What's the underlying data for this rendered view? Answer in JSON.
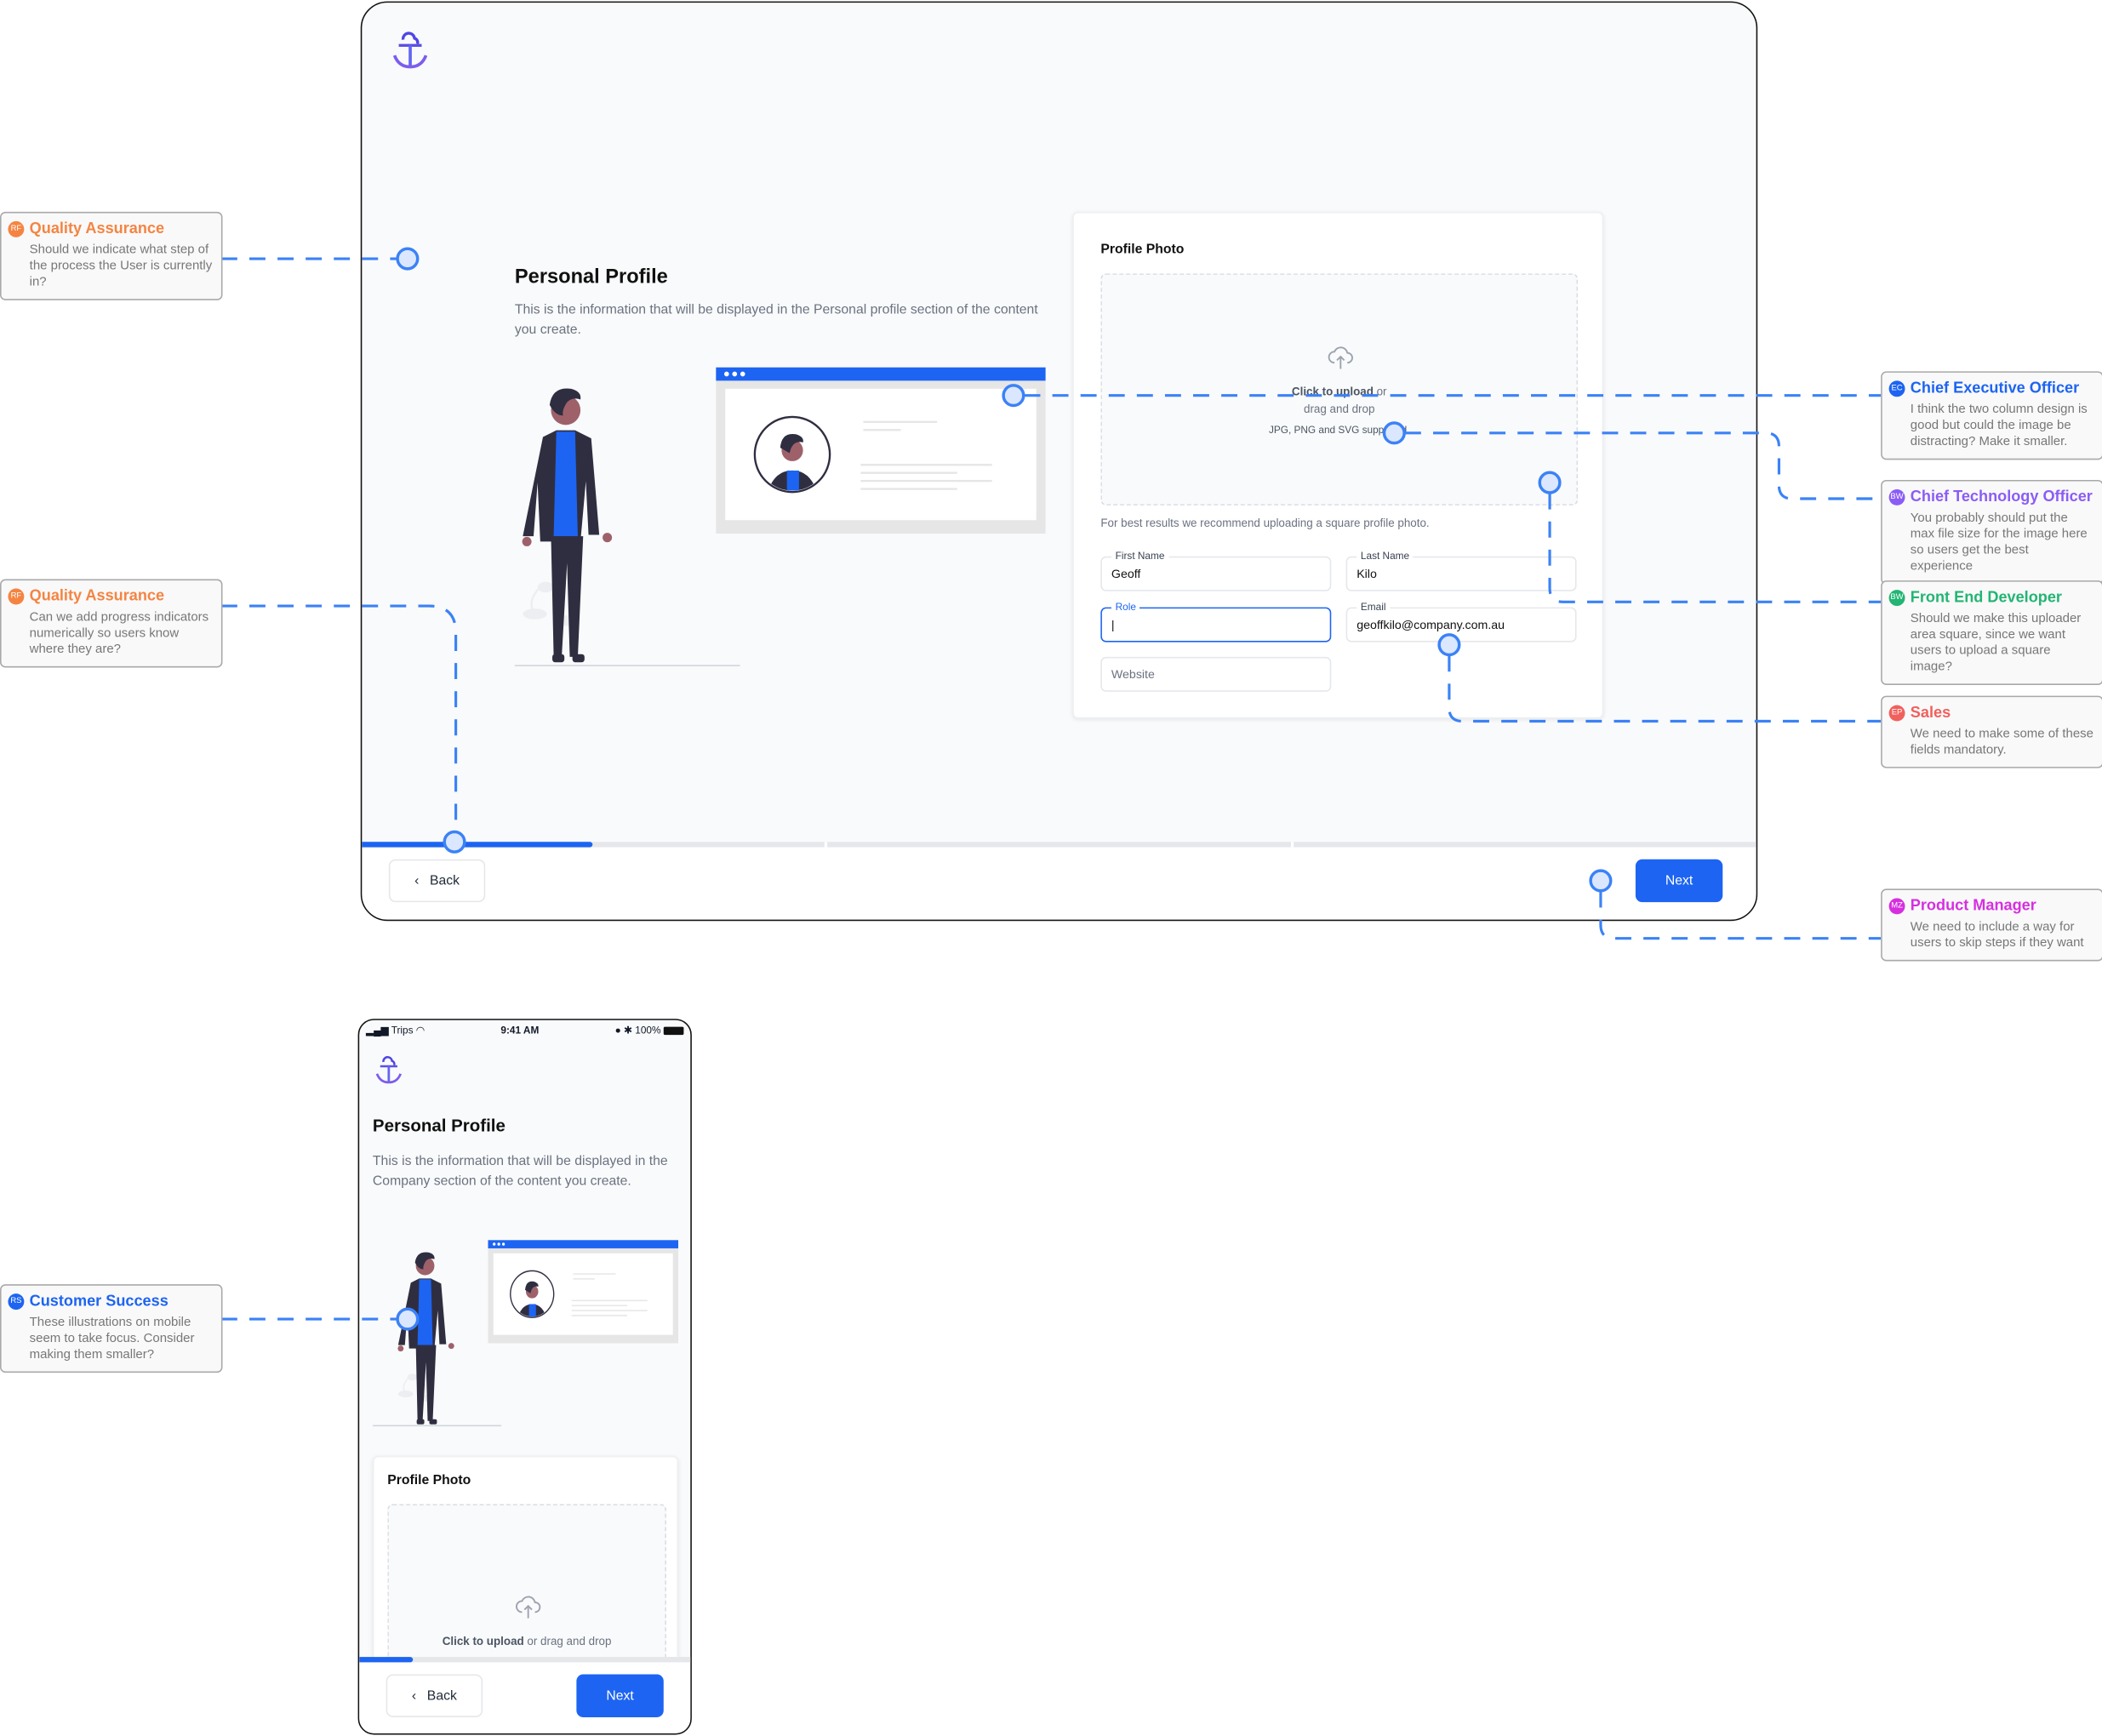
{
  "colors": {
    "accent": "#1d64f2",
    "pin_stroke": "#3b82f6",
    "pin_fill": "#dbe7ff",
    "progress_track": "#e5e7eb"
  },
  "desktop": {
    "logo": "anchor-cloud-logo",
    "title": "Personal Profile",
    "description": "This is the information that will be displayed in the Personal profile section of the content you create.",
    "photo_card": {
      "title": "Profile Photo",
      "upload_link": "Click to upload",
      "upload_rest_1": " or",
      "upload_rest_2": "drag and drop",
      "formats": "JPG, PNG and SVG supported.",
      "hint": "For best results we recommend uploading a square profile photo."
    },
    "fields": {
      "first_name": {
        "label": "First Name",
        "value": "Geoff"
      },
      "last_name": {
        "label": "Last Name",
        "value": "Kilo"
      },
      "role": {
        "label": "Role",
        "value": "|"
      },
      "email": {
        "label": "Email",
        "value": "geoffkilo@company.com.au"
      },
      "website": {
        "placeholder": "Website"
      }
    },
    "progress": {
      "step": 1,
      "steps": 3,
      "percent": 16.5
    },
    "back_label": "Back",
    "next_label": "Next"
  },
  "mobile": {
    "status": {
      "carrier": "Trips",
      "time": "9:41 AM",
      "battery": "100%"
    },
    "title": "Personal Profile",
    "description": "This is the information that will be displayed in the Company section of the content you create.",
    "photo_card": {
      "title": "Profile Photo",
      "upload_link": "Click to upload",
      "upload_rest": " or drag and drop"
    },
    "progress": {
      "percent": 16
    },
    "back_label": "Back",
    "next_label": "Next"
  },
  "comments": [
    {
      "initials": "RF",
      "role": "Quality Assurance",
      "color": "#f58442",
      "text": "Should we indicate what step of the process the User is currently in?"
    },
    {
      "initials": "RF",
      "role": "Quality Assurance",
      "color": "#f58442",
      "text": "Can we add progress indicators numerically so users know where they are?"
    },
    {
      "initials": "RS",
      "role": "Customer Success",
      "color": "#1d64f2",
      "text": "These illustrations on mobile seem to take focus. Consider making them smaller?"
    },
    {
      "initials": "EC",
      "role": "Chief Executive Officer",
      "color": "#1d64f2",
      "text": "I think the two column design is good but could the image be distracting? Make it smaller."
    },
    {
      "initials": "BW",
      "role": "Chief Technology Officer",
      "color": "#8b5cf6",
      "text": "You probably should put the max file size for the image here so users get the best experience"
    },
    {
      "initials": "BW",
      "role": "Front End Developer",
      "color": "#22b573",
      "text": "Should we make this uploader area square, since we want users to upload a square image?"
    },
    {
      "initials": "EP",
      "role": "Sales",
      "color": "#f0605d",
      "text": "We need to make some of these fields mandatory."
    },
    {
      "initials": "MZ",
      "role": "Product Manager",
      "color": "#d62fe0",
      "text": "We need to include a way for users to skip steps if they want"
    }
  ]
}
